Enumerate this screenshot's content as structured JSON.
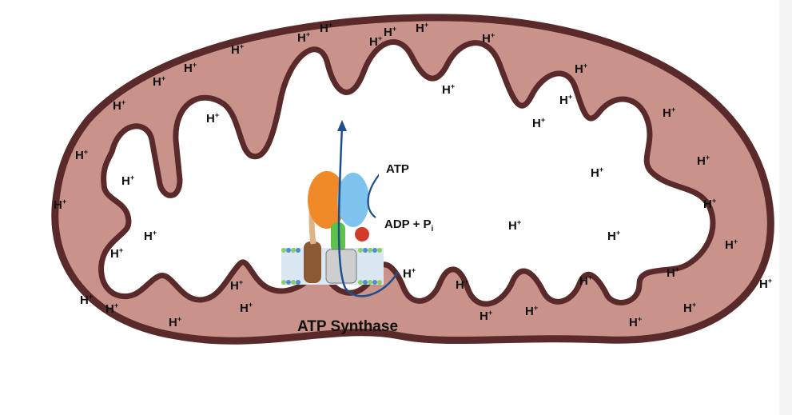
{
  "diagram": {
    "caption": "ATP Synthase",
    "proton_label": {
      "base": "H",
      "charge": "+"
    },
    "proton_count": 41,
    "product_label": "ATP",
    "reactant_label": {
      "main": "ADP + P",
      "subscript": "i"
    },
    "colors": {
      "matrix_fill": "#c9928a",
      "membrane_outline": "#5a2a2a",
      "arrow": "#1f4e8c",
      "f1_orange": "#f08a28",
      "f1_blue": "#7ec3ee",
      "stalk_green": "#5cc24a",
      "f0_brown": "#8a5a34",
      "lipid_blue": "#4a8fd0",
      "lipid_green": "#8ecb6a"
    }
  }
}
